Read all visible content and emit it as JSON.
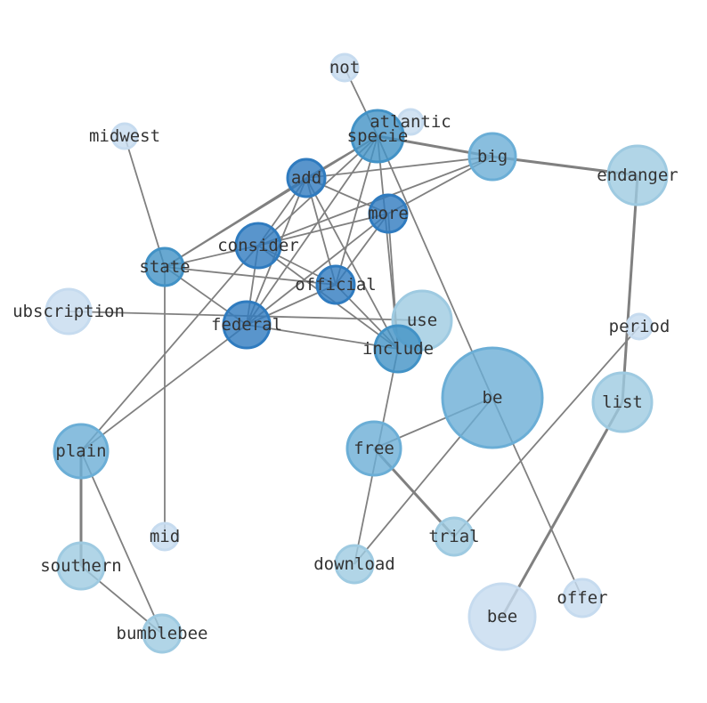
{
  "nodes": [
    {
      "id": "not",
      "label": "not",
      "shade": 0
    },
    {
      "id": "atlantic",
      "label": "atlantic",
      "shade": 0
    },
    {
      "id": "midwest",
      "label": "midwest",
      "shade": 0
    },
    {
      "id": "specie",
      "label": "specie",
      "shade": 3
    },
    {
      "id": "big",
      "label": "big",
      "shade": 2
    },
    {
      "id": "endanger",
      "label": "endanger",
      "shade": 1
    },
    {
      "id": "add",
      "label": "add",
      "shade": 4
    },
    {
      "id": "more",
      "label": "more",
      "shade": 4
    },
    {
      "id": "consider",
      "label": "consider",
      "shade": 4
    },
    {
      "id": "state",
      "label": "state",
      "shade": 3
    },
    {
      "id": "official",
      "label": "official",
      "shade": 4
    },
    {
      "id": "ubscription",
      "label": "ubscription",
      "shade": 0
    },
    {
      "id": "federal",
      "label": "federal",
      "shade": 4
    },
    {
      "id": "use",
      "label": "use",
      "shade": 1
    },
    {
      "id": "period",
      "label": "period",
      "shade": 0
    },
    {
      "id": "include",
      "label": "include",
      "shade": 3
    },
    {
      "id": "be",
      "label": "be",
      "shade": 2
    },
    {
      "id": "list",
      "label": "list",
      "shade": 1
    },
    {
      "id": "plain",
      "label": "plain",
      "shade": 2
    },
    {
      "id": "free",
      "label": "free",
      "shade": 2
    },
    {
      "id": "mid",
      "label": "mid",
      "shade": 0
    },
    {
      "id": "trial",
      "label": "trial",
      "shade": 1
    },
    {
      "id": "southern",
      "label": "southern",
      "shade": 1
    },
    {
      "id": "download",
      "label": "download",
      "shade": 1
    },
    {
      "id": "offer",
      "label": "offer",
      "shade": 0
    },
    {
      "id": "bee",
      "label": "bee",
      "shade": 0
    },
    {
      "id": "bumblebee",
      "label": "bumblebee",
      "shade": 1
    }
  ],
  "edges": [
    [
      "not",
      "specie",
      1
    ],
    [
      "midwest",
      "state",
      1
    ],
    [
      "specie",
      "big",
      2
    ],
    [
      "big",
      "endanger",
      2
    ],
    [
      "specie",
      "add",
      1
    ],
    [
      "specie",
      "consider",
      1
    ],
    [
      "specie",
      "federal",
      1
    ],
    [
      "specie",
      "official",
      1
    ],
    [
      "specie",
      "include",
      1
    ],
    [
      "specie",
      "be",
      1
    ],
    [
      "specie",
      "state",
      1
    ],
    [
      "add",
      "big",
      1
    ],
    [
      "add",
      "consider",
      1
    ],
    [
      "add",
      "federal",
      1
    ],
    [
      "add",
      "more",
      1
    ],
    [
      "add",
      "official",
      1
    ],
    [
      "add",
      "include",
      1
    ],
    [
      "add",
      "state",
      1
    ],
    [
      "more",
      "big",
      1
    ],
    [
      "more",
      "consider",
      1
    ],
    [
      "more",
      "federal",
      1
    ],
    [
      "more",
      "include",
      1
    ],
    [
      "more",
      "official",
      1
    ],
    [
      "big",
      "consider",
      1
    ],
    [
      "consider",
      "state",
      1
    ],
    [
      "consider",
      "federal",
      1
    ],
    [
      "consider",
      "official",
      1
    ],
    [
      "consider",
      "include",
      1
    ],
    [
      "consider",
      "plain",
      1
    ],
    [
      "state",
      "official",
      1
    ],
    [
      "state",
      "federal",
      1
    ],
    [
      "state",
      "mid",
      1
    ],
    [
      "ubscription",
      "use",
      1
    ],
    [
      "federal",
      "plain",
      1
    ],
    [
      "federal",
      "official",
      1
    ],
    [
      "federal",
      "include",
      1
    ],
    [
      "official",
      "include",
      1
    ],
    [
      "include",
      "download",
      1
    ],
    [
      "be",
      "free",
      1
    ],
    [
      "be",
      "download",
      1
    ],
    [
      "be",
      "offer",
      1
    ],
    [
      "free",
      "trial",
      2
    ],
    [
      "trial",
      "period",
      1
    ],
    [
      "endanger",
      "list",
      2
    ],
    [
      "list",
      "bee",
      2
    ],
    [
      "plain",
      "southern",
      2
    ],
    [
      "plain",
      "bumblebee",
      1
    ],
    [
      "southern",
      "bumblebee",
      1
    ]
  ],
  "colors": {
    "shades": [
      "#c6dbef",
      "#9ecae1",
      "#6baed6",
      "#4292c6",
      "#2f7bbf"
    ],
    "edge": "#808080",
    "label": "#333333"
  }
}
